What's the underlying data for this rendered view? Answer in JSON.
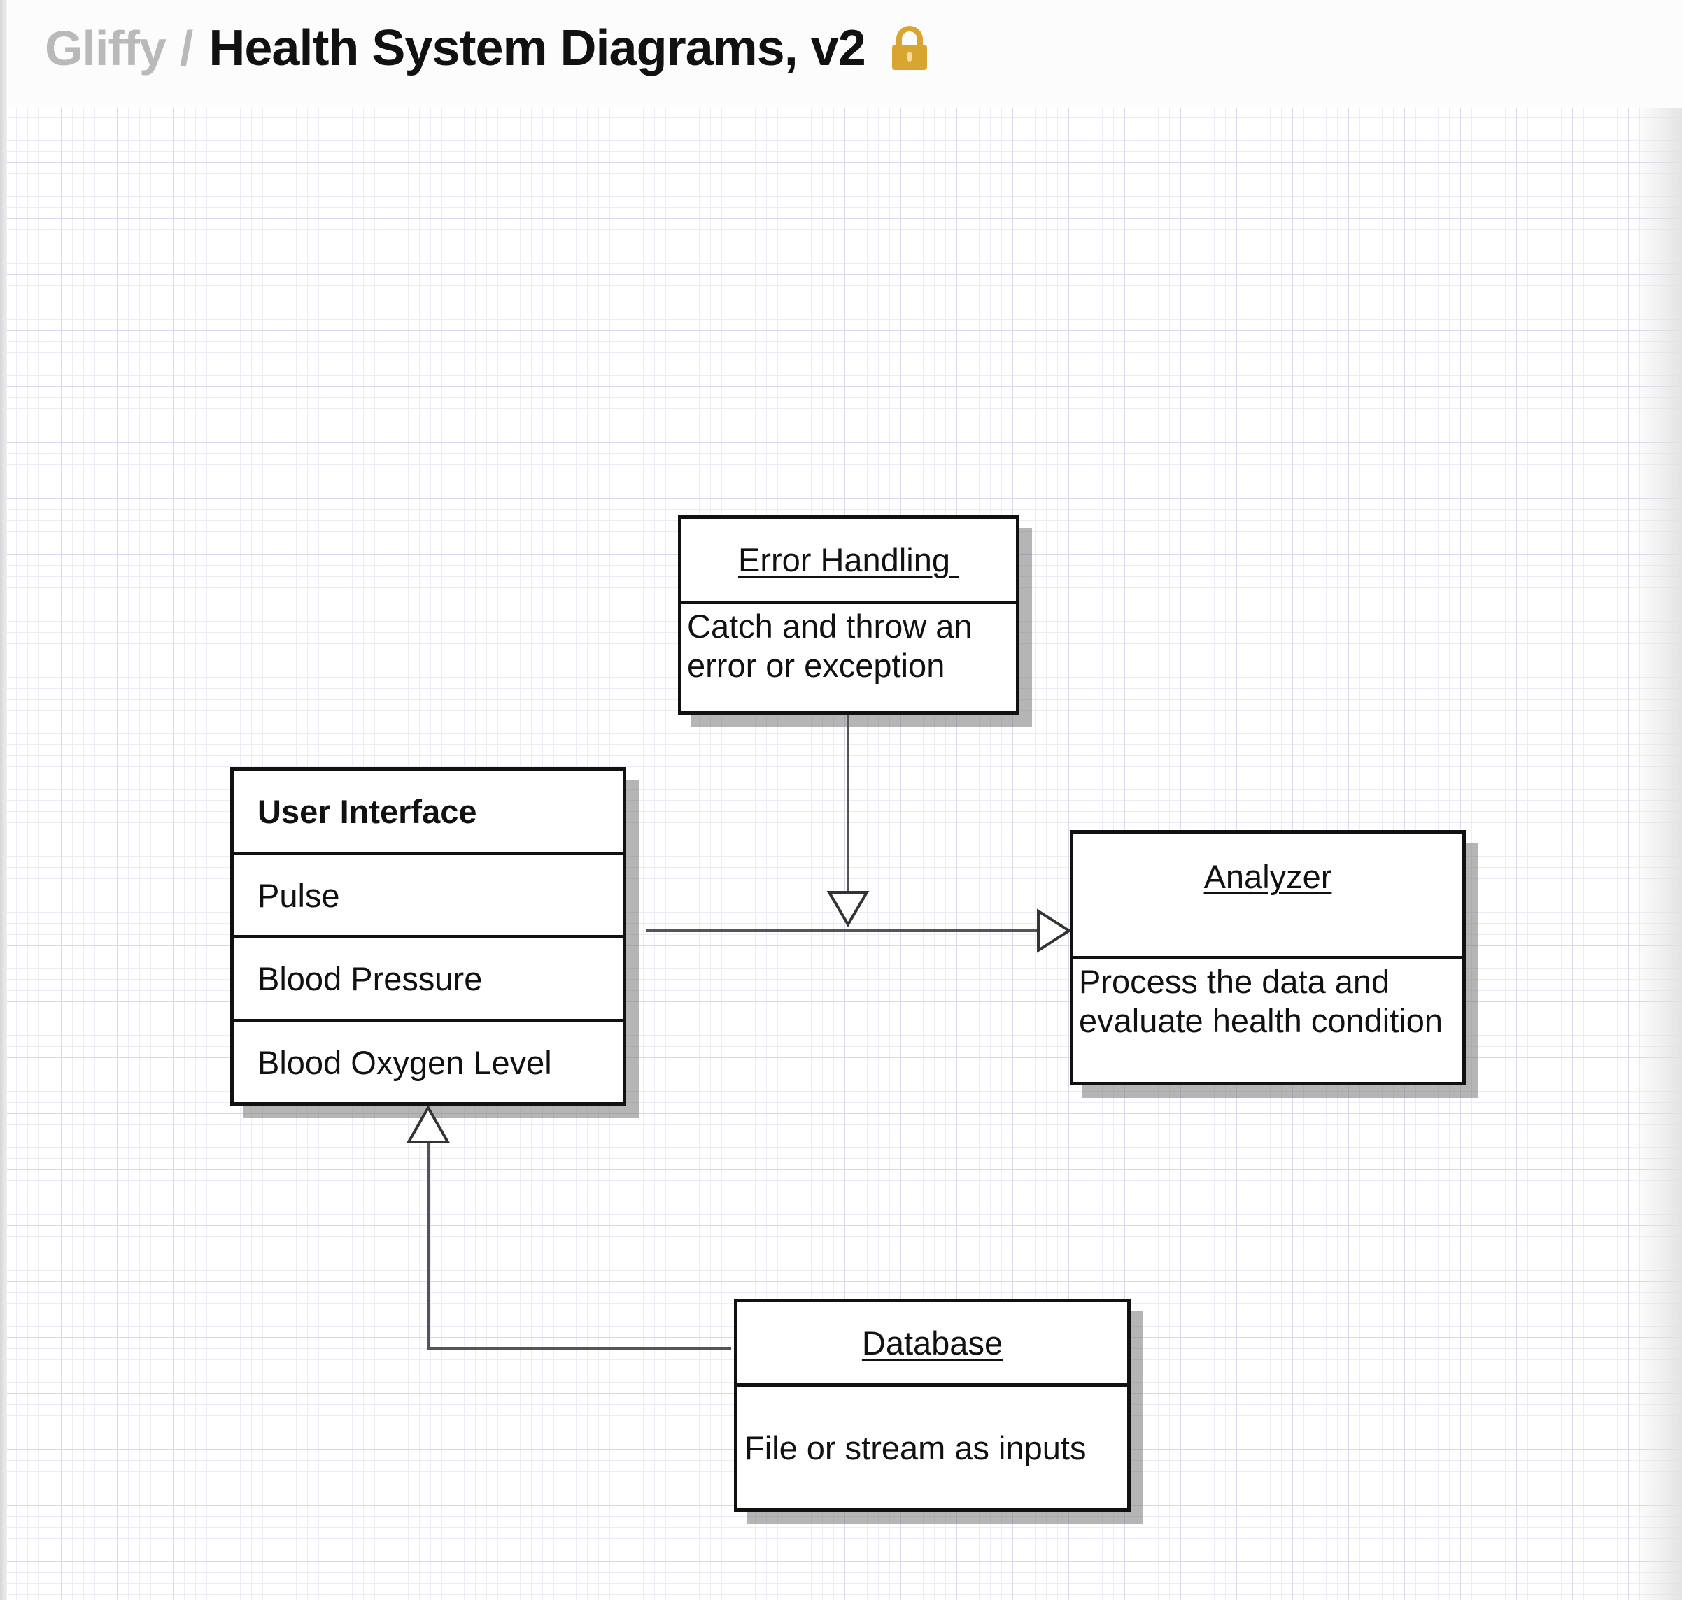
{
  "header": {
    "app_name": "Gliffy",
    "separator": "/",
    "document_title": "Health System Diagrams, v2",
    "lock_icon": "lock-icon",
    "lock_color": "#d9a531"
  },
  "diagram": {
    "error_handling": {
      "title": "Error Handling ",
      "description": "Catch and throw an error or exception"
    },
    "user_interface": {
      "title": "User Interface",
      "fields": [
        "Pulse",
        "Blood Pressure",
        "Blood Oxygen Level"
      ]
    },
    "analyzer": {
      "title": "Analyzer",
      "description": "Process the data and evaluate health condition"
    },
    "database": {
      "title": "Database",
      "description": "File or stream as inputs"
    }
  }
}
